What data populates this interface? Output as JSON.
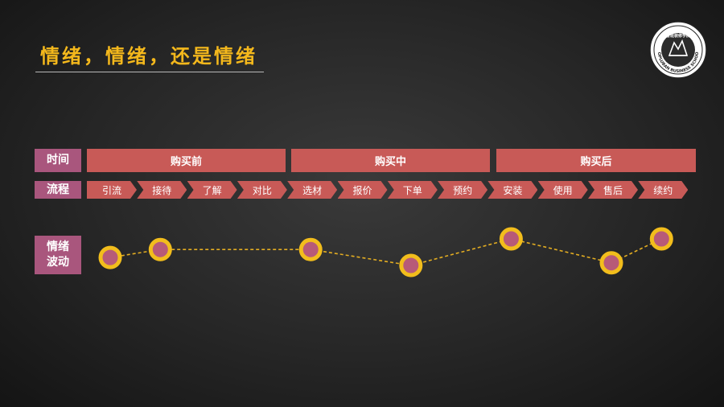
{
  "title": "情绪，情绪，还是情绪",
  "logo": {
    "text_top": "鲁班装修学院",
    "text_ring": "TOPLUBAN BUSINESS SCHOOL"
  },
  "rows": {
    "time_label": "时间",
    "process_label": "流程",
    "emotion_label": "情绪\n波动"
  },
  "phases": [
    "购买前",
    "购买中",
    "购买后"
  ],
  "steps": [
    "引流",
    "接待",
    "了解",
    "对比",
    "选材",
    "报价",
    "下单",
    "预约",
    "安装",
    "使用",
    "售后",
    "续约"
  ],
  "colors": {
    "accent_title": "#f4b81c",
    "label_bg": "#a9567d",
    "bar_bg": "#c85a57",
    "dot_ring": "#f2bd1c",
    "dot_fill": "#b75a78",
    "dash_line": "#e3ad22"
  },
  "emotion_points": [
    {
      "step": "引流",
      "level": 0.3
    },
    {
      "step": "接待",
      "level": 0.6
    },
    {
      "step": "选材",
      "level": 0.6
    },
    {
      "step": "下单",
      "level": 0.0
    },
    {
      "step": "安装",
      "level": 1.0
    },
    {
      "step": "售后",
      "level": 0.1
    },
    {
      "step": "续约",
      "level": 1.0
    }
  ]
}
